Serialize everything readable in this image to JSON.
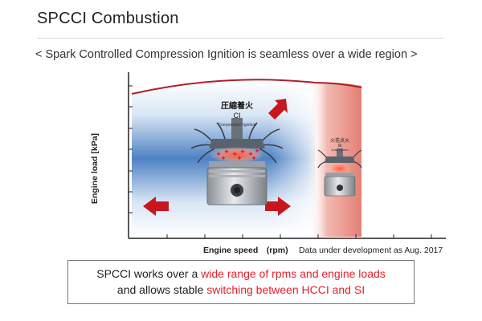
{
  "header": {
    "title": "SPCCI Combustion",
    "subtitle": "< Spark Controlled Compression Ignition is seamless over a wide region >"
  },
  "diagram": {
    "y_axis_label": "Engine load  [kPa]",
    "x_axis_label": "Engine speed　(rpm)",
    "ci_label_jp": "圧縮着火",
    "ci_label_short": "CI",
    "ci_label_en": "Compression Ignition",
    "si_label_jp": "火花点火",
    "si_label_short": "SI",
    "si_label_en": "Spark Ignition",
    "note": "Data under development as Aug. 2017",
    "colors": {
      "blue_zone": "#4e82c4",
      "red_zone": "#e88d83",
      "arrow": "#c8161d",
      "curve": "#b11d2a"
    }
  },
  "callout": {
    "line1_prefix": "SPCCI works over a ",
    "line1_highlight": "wide range of rpms and engine loads",
    "line2_prefix": "and allows stable ",
    "line2_highlight": "switching between HCCI and SI"
  }
}
